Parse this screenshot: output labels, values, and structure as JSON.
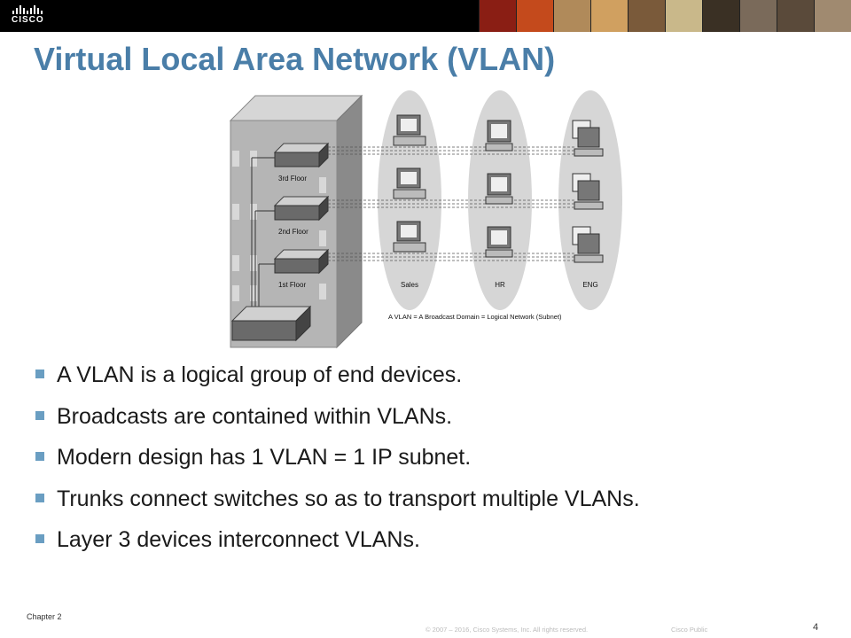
{
  "header": {
    "logo_text": "CISCO",
    "photo_colors": [
      "#8a1e14",
      "#c44a1c",
      "#b08a5a",
      "#d0a060",
      "#7a5a3a",
      "#c9b88a",
      "#3a3024",
      "#7a6a5a",
      "#5a4a3a",
      "#a08a70"
    ]
  },
  "slide": {
    "title": "Virtual Local Area Network (VLAN)",
    "bullets": [
      "A VLAN is a logical group of end devices.",
      "Broadcasts are contained within VLANs.",
      "Modern design has 1 VLAN = 1 IP subnet.",
      "Trunks connect switches so as to transport multiple VLANs.",
      "Layer 3 devices interconnect VLANs."
    ],
    "bullet_color": "#6a9ec2",
    "title_color": "#4a7ea8"
  },
  "diagram": {
    "floors": [
      "3rd Floor",
      "2nd Floor",
      "1st Floor"
    ],
    "groups": [
      "Sales",
      "HR",
      "ENG"
    ],
    "caption": "A VLAN = A Broadcast Domain = Logical Network (Subnet)"
  },
  "footer": {
    "chapter": "Chapter 2",
    "copyright": "© 2007 – 2016, Cisco Systems, Inc. All rights reserved.",
    "classification": "Cisco Public",
    "page_number": "4"
  }
}
